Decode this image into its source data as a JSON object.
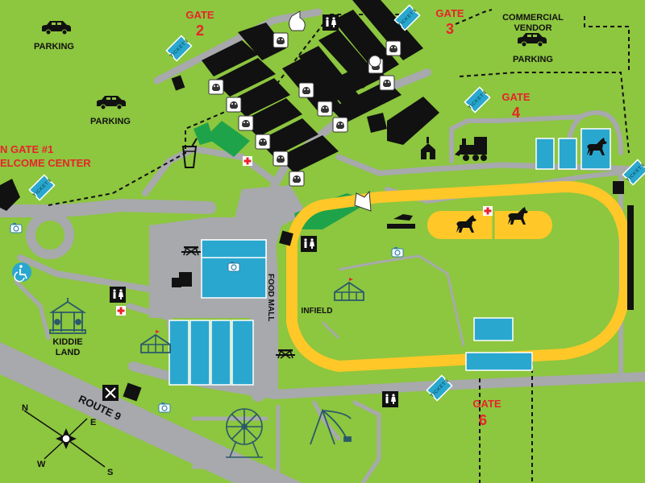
{
  "colors": {
    "grass": "#8dc63f",
    "road": "#a7a9ac",
    "track": "#ffc828",
    "water_blue": "#2aa7cf",
    "building": "#111111",
    "label_red": "#e8232b",
    "green_patch": "#1fa34a"
  },
  "labels": {
    "gate1_line1": "N GATE #1",
    "gate1_line2": "ELCOME CENTER",
    "gate2_word": "GATE",
    "gate2_num": "2",
    "gate3_word": "GATE",
    "gate3_num": "3",
    "gate4_word": "GATE",
    "gate4_num": "4",
    "gate6_word": "GATE",
    "gate6_num": "6",
    "parking_top": "PARKING",
    "parking_mid": "PARKING",
    "vendor_line1": "COMMERCIAL",
    "vendor_line2": "VENDOR",
    "vendor_parking": "PARKING",
    "infield": "INFIELD",
    "food_mall": "FOOD MALL",
    "kiddie_line1": "KIDDIE",
    "kiddie_line2": "LAND",
    "route": "ROUTE 9",
    "tickets": "TICKETS",
    "compass_n": "N",
    "compass_e": "E",
    "compass_s": "S",
    "compass_w": "W"
  },
  "icons": [
    "parking-car-icon",
    "ticket-booth-icon",
    "restroom-icon",
    "first-aid-icon",
    "camera-icon",
    "accessible-icon",
    "picnic-table-icon",
    "tent-icon",
    "carousel-icon",
    "ferris-wheel-icon",
    "swing-ride-icon",
    "horse-icon",
    "train-icon",
    "barn-icon",
    "drink-cup-icon",
    "dining-icon",
    "compass-rose-icon",
    "livestock-icon"
  ]
}
